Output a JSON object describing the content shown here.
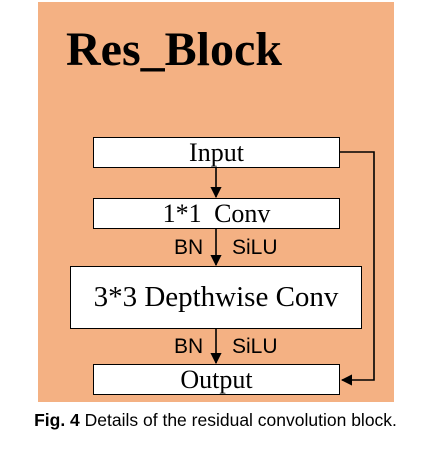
{
  "diagram": {
    "title": "Res_Block",
    "nodes": {
      "input": "Input",
      "conv1": "1*1  Conv",
      "depthwise": "3*3 Depthwise Conv",
      "output": "Output"
    },
    "edge_labels": {
      "bn1": "BN",
      "silu1": "SiLU",
      "bn2": "BN",
      "silu2": "SiLU"
    },
    "colors": {
      "panel": "#f4b183",
      "box": "#ffffff",
      "line": "#000000"
    }
  },
  "caption": {
    "label": "Fig. 4",
    "text": "Details of the residual convolution block."
  }
}
